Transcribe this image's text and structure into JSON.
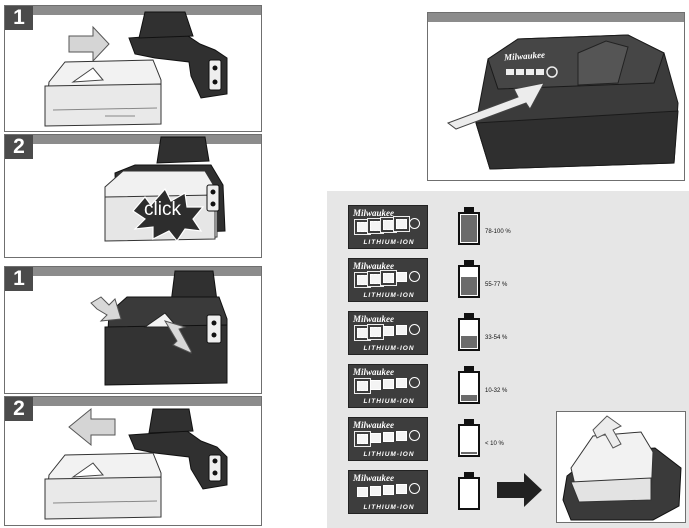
{
  "steps": {
    "attach": [
      "1",
      "2"
    ],
    "remove": [
      "1",
      "2"
    ]
  },
  "click_text": "click",
  "brand": "Milwaukee",
  "lithium_ion": "LITHIUM-ION",
  "fuel_gauge": [
    {
      "leds_lit": 4,
      "fill_fraction": 1.0,
      "range": "78-100 %"
    },
    {
      "leds_lit": 3,
      "fill_fraction": 0.66,
      "range": "55-77 %"
    },
    {
      "leds_lit": 2,
      "fill_fraction": 0.45,
      "range": "33-54 %"
    },
    {
      "leds_lit": 1,
      "fill_fraction": 0.22,
      "range": "10-32 %"
    },
    {
      "leds_lit": 1,
      "fill_fraction": 0.08,
      "range": "< 10 %"
    },
    {
      "leds_lit": 0,
      "fill_fraction": 0.0,
      "range": ""
    }
  ],
  "icons": [
    "push-arrow-icon",
    "battery-icon",
    "charger-icon",
    "right-arrow-icon"
  ],
  "colors": {
    "panel_border": "#6f6f6f",
    "step_badge": "#4b4b4b",
    "step_bar": "#8c8c8c",
    "gauge_bg": "#e6e6e6"
  }
}
